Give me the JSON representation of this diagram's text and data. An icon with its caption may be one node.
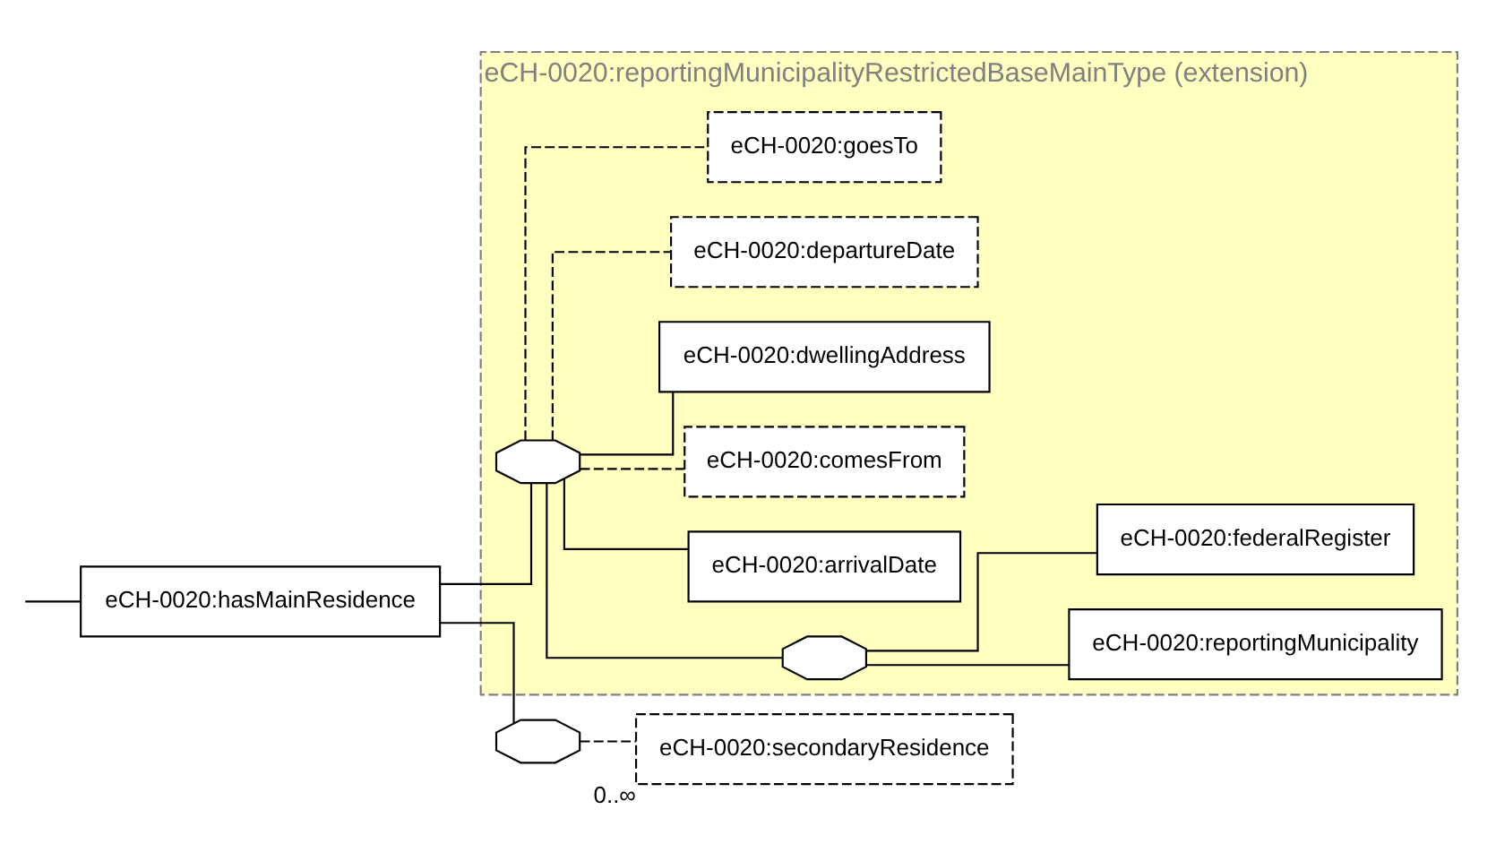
{
  "diagram": {
    "nodes": [
      {
        "text": [
          "eCH-0020:hasMainResidence"
        ]
      },
      {
        "text": [
          "eCH-0020:reportingMunicipalityRestrictedBaseMainType (extension)"
        ]
      },
      {
        "text": [],
        "shape": "octagon",
        "in": 1
      },
      {
        "text": [
          "eCH-0020:reportingMunicipality"
        ],
        "in": 1
      },
      {
        "text": [
          "eCH-0020:federalRegister"
        ],
        "in": 1
      },
      {
        "text": [],
        "shape": "octagon",
        "in": 1
      },
      {
        "text": [
          "eCH-0020:arrivalDate"
        ],
        "in": 1
      },
      {
        "text": [
          "eCH-0020:comesFrom"
        ],
        "in": 1
      },
      {
        "text": [
          "eCH-0020:dwellingAddress"
        ],
        "in": 1
      },
      {
        "text": [
          "eCH-0020:departureDate"
        ],
        "in": 1
      },
      {
        "text": [
          "eCH-0020:goesTo"
        ],
        "in": 1
      },
      {
        "text": [],
        "shape": "octagon"
      },
      {
        "text": [
          "eCH-0020:secondaryResidence"
        ],
        "beside": [
          "0..∞"
        ]
      }
    ],
    "edges": [
      {
        "from": null,
        "to": 0,
        "arrow": "none"
      },
      {
        "from": 0,
        "to": 5,
        "arrow": "none"
      },
      {
        "from": 0,
        "to": 11,
        "arrow": "none"
      },
      {
        "from": 5,
        "to": 2,
        "arrow": "none"
      },
      {
        "from": 2,
        "to": 3,
        "arrow": "none"
      },
      {
        "from": 2,
        "to": 4,
        "arrow": "none"
      },
      {
        "from": 5,
        "to": 6,
        "arrow": "none"
      },
      {
        "from": 5,
        "to": 7,
        "arrow": "none",
        "style": "dashed"
      },
      {
        "from": 5,
        "to": 8,
        "arrow": "none"
      },
      {
        "from": 5,
        "to": 9,
        "arrow": "none",
        "style": "dashed"
      },
      {
        "from": 5,
        "to": 10,
        "arrow": "none",
        "style": "dashed"
      },
      {
        "from": 11,
        "to": 12,
        "arrow": "none",
        "style": "dashed"
      }
    ]
  }
}
